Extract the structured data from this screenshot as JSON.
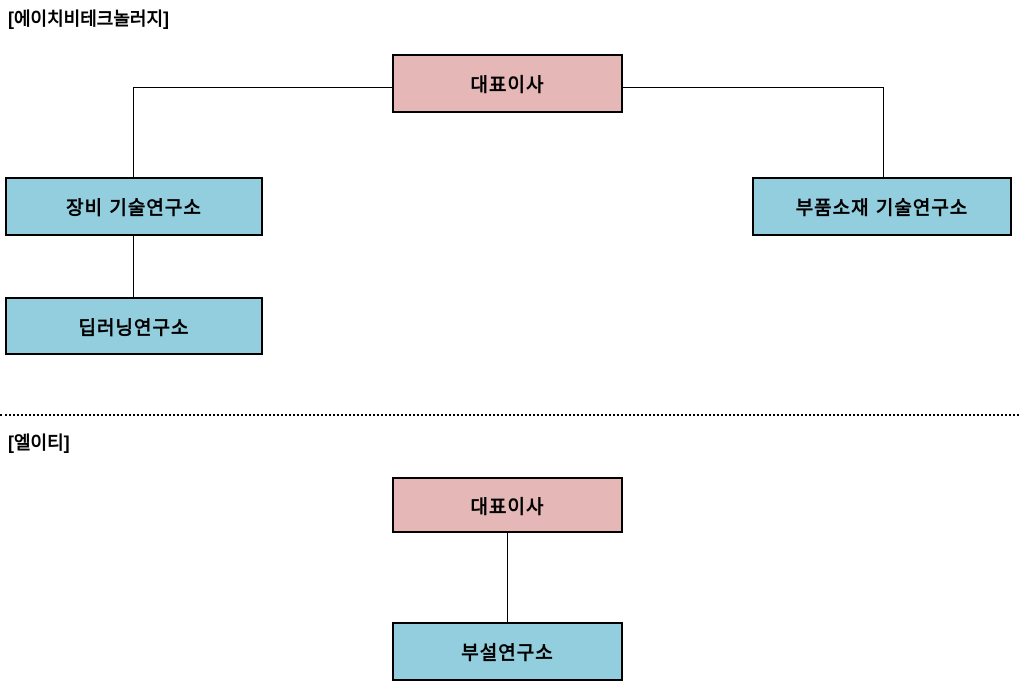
{
  "colors": {
    "executive_fill": "#e5b8b7",
    "department_fill": "#93cede",
    "border": "#000000",
    "connector": "#000000",
    "background": "#ffffff"
  },
  "sections": [
    {
      "title": "[에이치비테크놀러지]",
      "nodes": {
        "ceo": {
          "label": "대표이사"
        },
        "equipment_lab": {
          "label": "장비 기술연구소"
        },
        "parts_materials_lab": {
          "label": "부품소재 기술연구소"
        },
        "deep_learning_lab": {
          "label": "딥러닝연구소"
        }
      },
      "edges": [
        "ceo - equipment_lab",
        "ceo - parts_materials_lab",
        "equipment_lab - deep_learning_lab"
      ]
    },
    {
      "title": "[엘이티]",
      "nodes": {
        "ceo": {
          "label": "대표이사"
        },
        "research_institute": {
          "label": "부설연구소"
        }
      },
      "edges": [
        "ceo - research_institute"
      ]
    }
  ]
}
